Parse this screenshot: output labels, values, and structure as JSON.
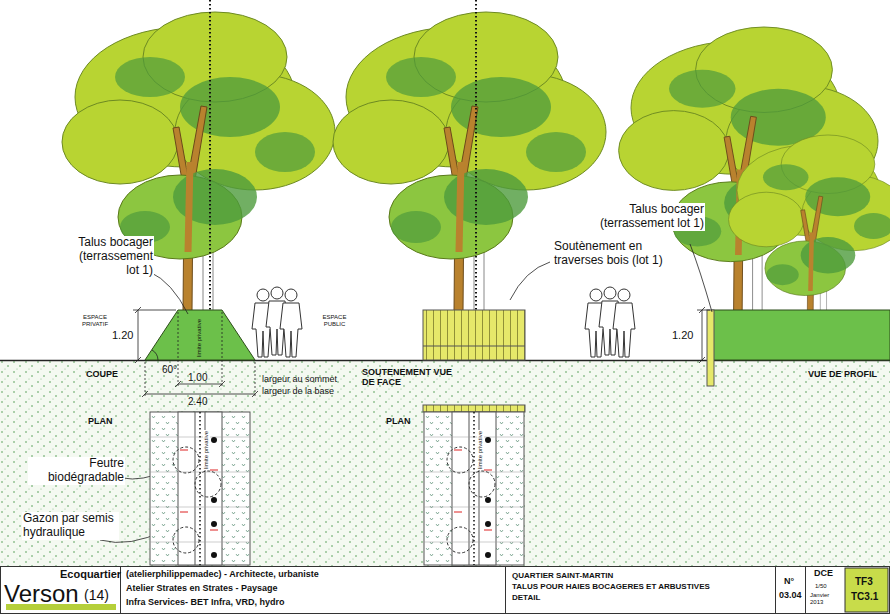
{
  "diagram": {
    "labels": [
      "Talus bocager (terrassement lot 1)",
      "Soutènement en traverses bois (lot 1)",
      "Talus bocager (terrassement lot 1)",
      "ESPACE PRIVATIF",
      "ESPACE PUBLIC",
      "1.20",
      "limite privative",
      "60°",
      "COUPE",
      "1.00",
      "largeur au sommet",
      "2.40",
      "largeur de la base",
      "SOUTENEMENT VUE DE FACE",
      "1.20",
      "VUE DE PROFIL",
      "PLAN",
      "limite privative",
      "PLAN",
      "limite privative",
      "Feutre biodégradable",
      "Gazon par semis hydraulique",
      "Ecoquartier",
      "Verson",
      "(14)",
      "(atelierphilippemadec) - Architecte, urbaniste",
      "Atelier Strates en Strates - Paysage",
      "Infra Services- BET Infra, VRD, hydro",
      "QUARTIER SAINT-MARTIN",
      "TALUS POUR HAIES BOCAGERES ET ARBUSTIVES",
      "DETAIL",
      "N°",
      "03.04",
      "DCE",
      "1/50",
      "Janvier 2013",
      "TF3",
      "TC3.1"
    ]
  }
}
